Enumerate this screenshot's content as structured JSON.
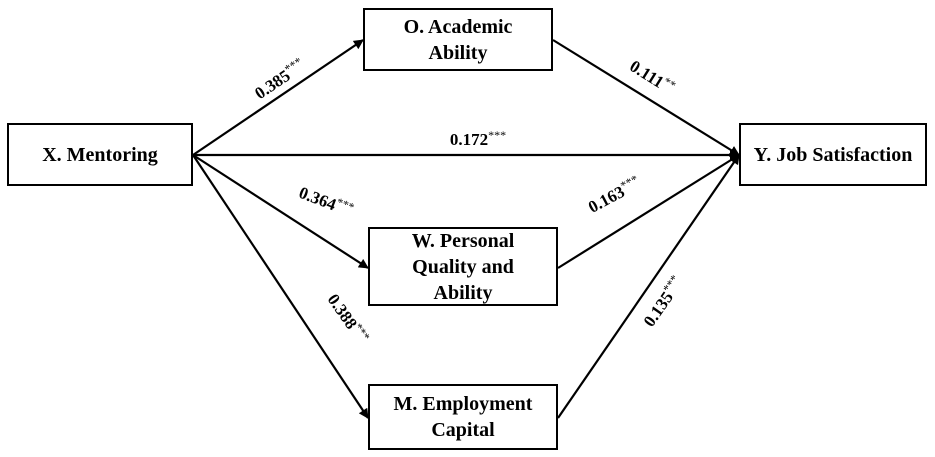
{
  "nodes": {
    "x": {
      "lines": [
        "X. Mentoring"
      ]
    },
    "o": {
      "lines": [
        "O. Academic",
        "Ability"
      ]
    },
    "w": {
      "lines": [
        "W. Personal",
        "Quality and",
        "Ability"
      ]
    },
    "m": {
      "lines": [
        "M. Employment",
        "Capital"
      ]
    },
    "y": {
      "lines": [
        "Y. Job Satisfaction"
      ]
    }
  },
  "paths": {
    "x_o": {
      "coef": "0.385",
      "sig": "***"
    },
    "o_y": {
      "coef": "0.111",
      "sig": "**"
    },
    "x_y": {
      "coef": "0.172",
      "sig": "***"
    },
    "x_w": {
      "coef": "0.364",
      "sig": "***"
    },
    "w_y": {
      "coef": "0.163",
      "sig": "***"
    },
    "x_m": {
      "coef": "0.388",
      "sig": "***"
    },
    "m_y": {
      "coef": "0.135",
      "sig": "***"
    }
  }
}
